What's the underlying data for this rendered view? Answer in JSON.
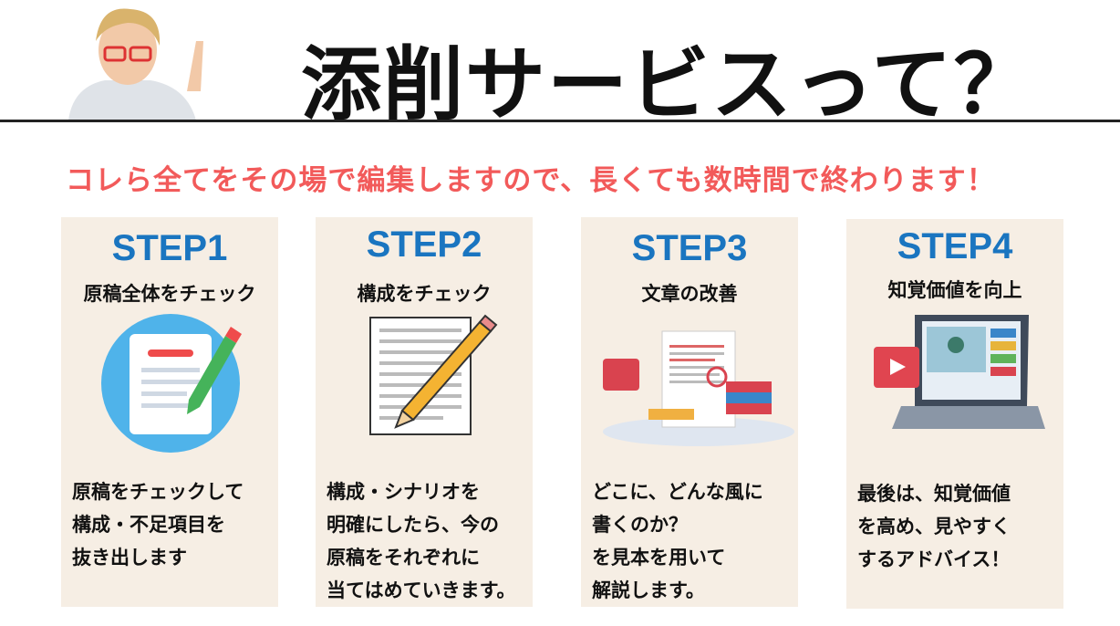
{
  "header": {
    "title": "添削サービスって？"
  },
  "subtitle": "コレら全てをその場で編集しますので、長くても数時間で終わります！",
  "steps": [
    {
      "step": "STEP1",
      "heading": "原稿全体をチェック",
      "desc": "原稿をチェックして\n構成・不足項目を\n抜き出します"
    },
    {
      "step": "STEP2",
      "heading": "構成をチェック",
      "desc": "構成・シナリオを\n明確にしたら、今の\n原稿をそれぞれに\n当てはめていきます。"
    },
    {
      "step": "STEP3",
      "heading": "文章の改善",
      "desc": "どこに、どんな風に\n書くのか？\nを見本を用いて\n解説します。"
    },
    {
      "step": "STEP4",
      "heading": "知覚価値を向上",
      "desc": "最後は、知覚価値\nを高め、見やすく\nするアドバイス！"
    }
  ],
  "colors": {
    "accent": "#f25a5a",
    "step": "#1a75c0",
    "card": "#f6eee4"
  }
}
